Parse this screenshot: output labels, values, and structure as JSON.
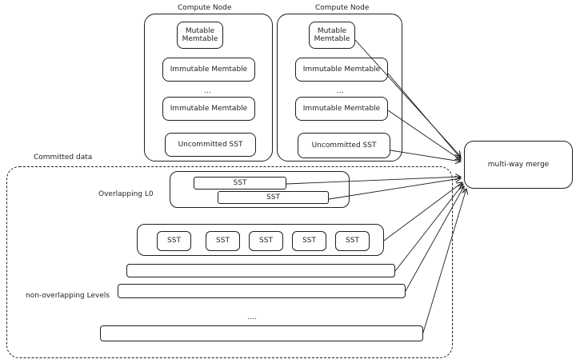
{
  "compute_nodes": [
    {
      "title": "Compute Node",
      "mutable": "Mutable\nMemtable",
      "immutable_1": "Immutable Memtable",
      "ellipsis": "...",
      "immutable_2": "Immutable Memtable",
      "uncommitted": "Uncommitted SST"
    },
    {
      "title": "Compute Node",
      "mutable": "Mutable\nMemtable",
      "immutable_1": "Immutable Memtable",
      "ellipsis": "...",
      "immutable_2": "Immutable Memtable",
      "uncommitted": "Uncommitted SST"
    }
  ],
  "committed": {
    "label": "Committed data",
    "overlapping_label": "Overlapping L0",
    "l0_ssts": [
      "SST",
      "SST"
    ],
    "level_ssts": [
      "SST",
      "SST",
      "SST",
      "SST",
      "SST"
    ],
    "non_overlapping_label": "non-overlapping Levels",
    "levels_ellipsis": "...."
  },
  "merge": {
    "label": "multi-way merge"
  }
}
